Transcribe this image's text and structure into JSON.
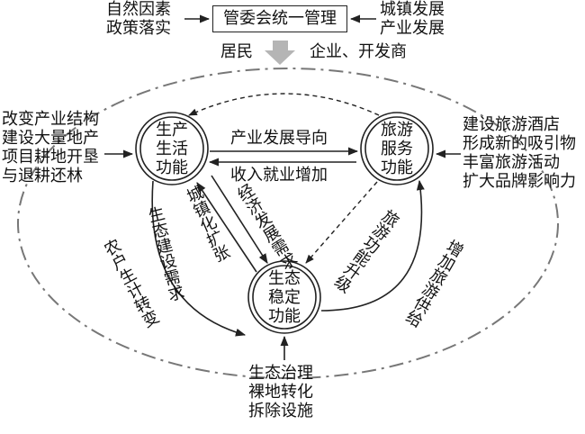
{
  "top": {
    "center": "管委会统一管理",
    "left_lines": [
      "自然因素",
      "政策落实"
    ],
    "right_lines": [
      "城镇发展",
      "产业发展"
    ],
    "flow_left": "居民",
    "flow_right": "企业、开发商"
  },
  "nodes": {
    "life": [
      "生产",
      "生活",
      "功能"
    ],
    "tourism": [
      "旅游",
      "服务",
      "功能"
    ],
    "ecology": [
      "生态",
      "稳定",
      "功能"
    ]
  },
  "edges": {
    "industry_guidance": "产业发展导向",
    "income_employment": "收入就业增加",
    "urban_expansion": "城镇化扩张",
    "economic_demand": "经济发展需求",
    "ecological_demand": "生态建设需求",
    "farmer_livelihood": "农户生计转变",
    "tourism_upgrade": "旅游功能升级",
    "tourism_supply": "增加旅游供给"
  },
  "sides": {
    "left_lines": [
      "改变产业结构",
      "建设大量地产",
      "项目耕地开垦",
      "与退耕还林"
    ],
    "right_lines": [
      "建设旅游酒店",
      "形成新的吸引物",
      "丰富旅游活动",
      "扩大品牌影响力"
    ],
    "bottom_lines": [
      "生态治理",
      "裸地转化",
      "拆除设施"
    ]
  },
  "colors": {
    "stroke": "#222222",
    "dashdot": "#777777",
    "flow_arrow": "#b5b5b5"
  }
}
